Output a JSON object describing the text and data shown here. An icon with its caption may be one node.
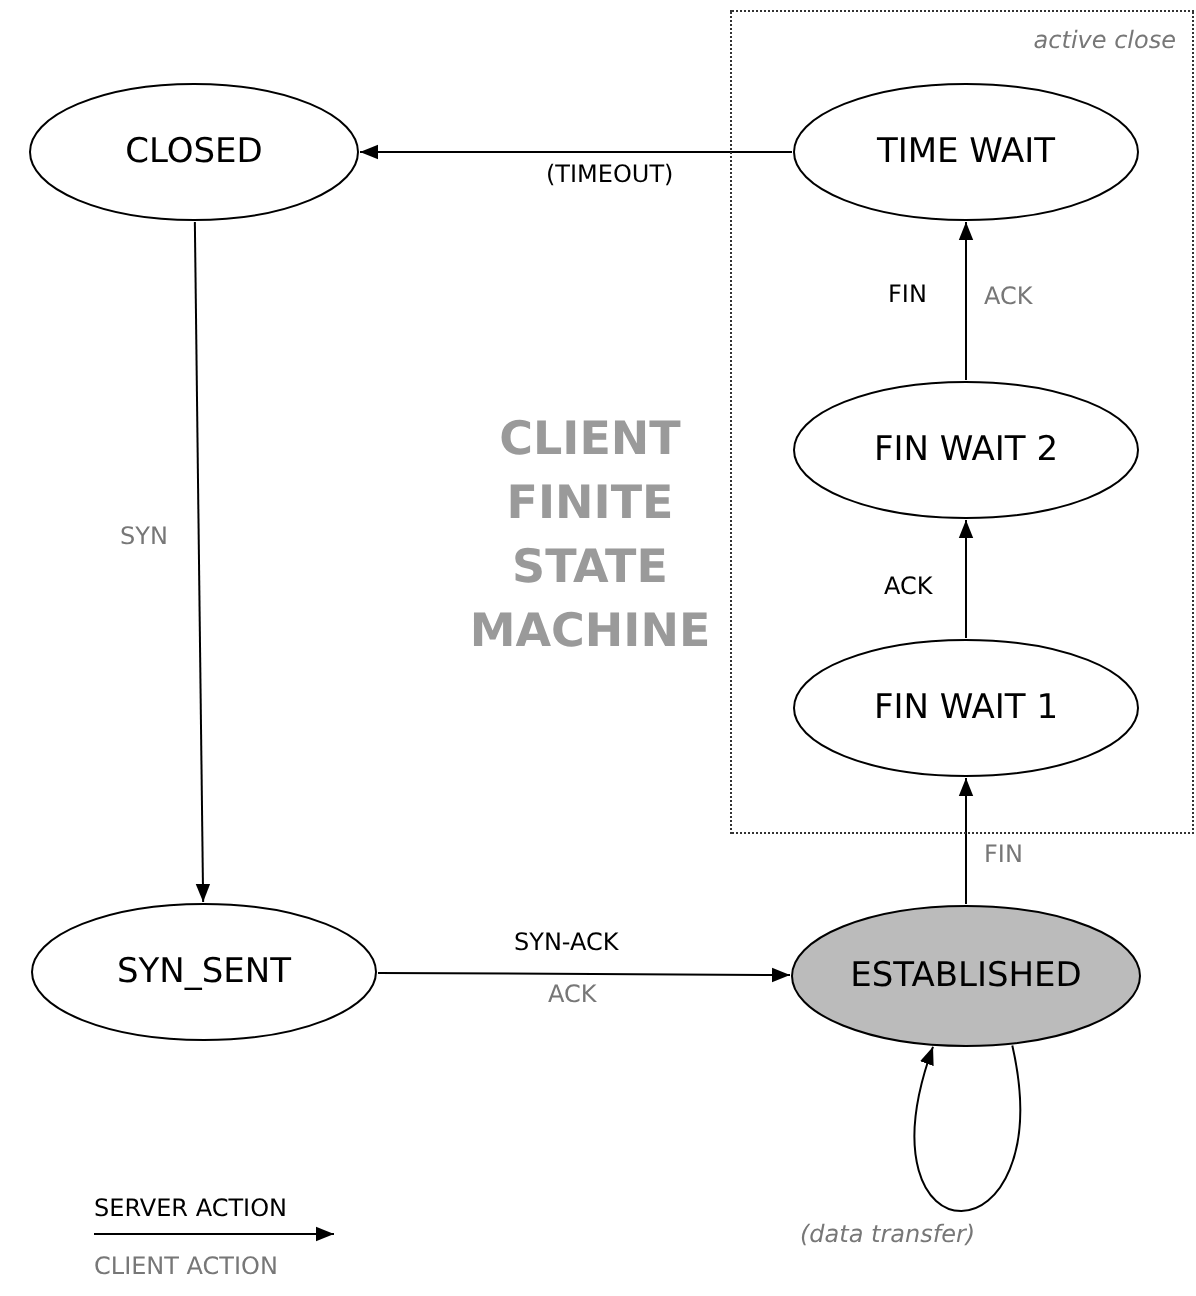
{
  "diagram": {
    "title": "CLIENT FINITE STATE MACHINE",
    "nodes": [
      {
        "text": [
          "CLOSED"
        ]
      },
      {
        "text": [
          "active close"
        ]
      },
      {
        "text": [
          "TIME WAIT"
        ],
        "in": 1
      },
      {
        "text": [
          "FIN WAIT 2"
        ],
        "in": 1
      },
      {
        "text": [
          "FIN WAIT 1"
        ],
        "in": 1
      },
      {
        "text": [
          "SYN_SENT"
        ]
      },
      {
        "text": [
          "ESTABLISHED"
        ]
      }
    ],
    "edges": [
      {
        "from": 2,
        "to": 0,
        "arrow": "to",
        "label": "(TIMEOUT)"
      },
      {
        "from": 0,
        "to": 5,
        "arrow": "to"
      },
      {
        "from": 5,
        "to": 6,
        "arrow": "to",
        "label": "SYN-ACK"
      },
      {
        "from": 6,
        "to": 4,
        "arrow": "to"
      },
      {
        "from": 4,
        "to": 3,
        "arrow": "to",
        "label": "ACK"
      },
      {
        "from": 3,
        "to": 2,
        "arrow": "to",
        "label": "FIN"
      },
      {
        "from": 6,
        "to": 6,
        "arrow": "to",
        "label": "(data transfer)"
      }
    ],
    "labels": [
      "ACK",
      "SYN",
      "FIN",
      "ACK"
    ],
    "legend": [
      {
        "text": "SERVER ACTION"
      },
      {
        "text": "CLIENT ACTION"
      }
    ]
  }
}
